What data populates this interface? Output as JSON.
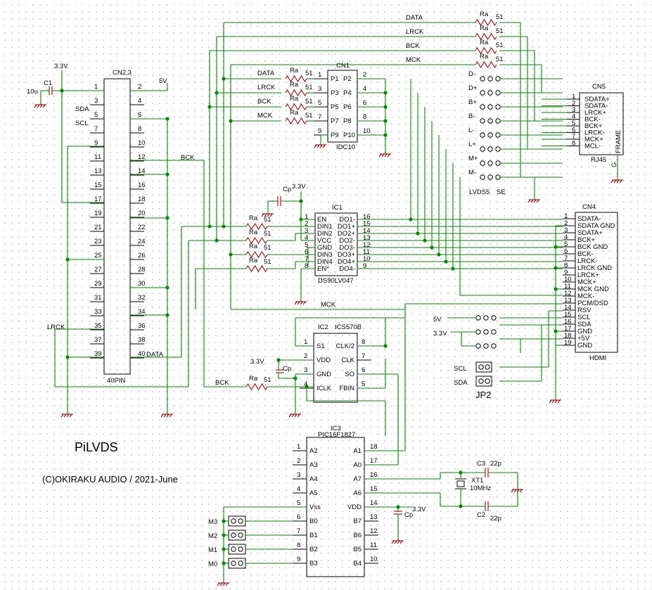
{
  "title": "PiLVDS",
  "copyright": "(C)OKIRAKU AUDIO / 2021-June",
  "colors": {
    "wire": "#008a00",
    "component": "#000000",
    "passive": "#a00000",
    "background": "#ffffff"
  },
  "cn23": {
    "name": "CN2,3",
    "footer": "40PIN",
    "left_pins": [
      "1",
      "3",
      "5",
      "7",
      "9",
      "11",
      "13",
      "15",
      "17",
      "19",
      "21",
      "23",
      "25",
      "27",
      "29",
      "31",
      "33",
      "35",
      "37",
      "39"
    ],
    "right_pins": [
      "2",
      "4",
      "6",
      "8",
      "10",
      "12",
      "14",
      "16",
      "18",
      "20",
      "22",
      "24",
      "26",
      "28",
      "30",
      "32",
      "34",
      "36",
      "38",
      "40"
    ],
    "sda": "SDA",
    "scl": "SCL",
    "v33": "3.3V",
    "v5": "5V",
    "bck": "BCK",
    "lrck": "LRCK",
    "data": "DATA",
    "c1": "C1",
    "c1_val": "10u"
  },
  "cn1": {
    "name": "CN1",
    "footer": "IDC10",
    "inner_left": [
      "P1",
      "P3",
      "P5",
      "P7",
      "P9"
    ],
    "inner_right": [
      "P2",
      "P4",
      "P6",
      "P8",
      "P10"
    ],
    "pins_left": [
      "1",
      "3",
      "5",
      "7",
      "9"
    ],
    "pins_right": [
      "2",
      "4",
      "6",
      "8",
      "10"
    ],
    "signals": [
      "DATA",
      "LRCK",
      "BCK",
      "MCK"
    ],
    "res": "Ra",
    "res_val": "51"
  },
  "top_nets": [
    "DATA",
    "LRCK",
    "BCK",
    "MCK"
  ],
  "top_res": {
    "name": "Ra",
    "value": "51"
  },
  "ic1": {
    "name": "IC1",
    "part": "DS90LV047",
    "left_inner": [
      "EN",
      "DIN1",
      "DIN2",
      "VCC",
      "GND",
      "DIN3",
      "DIN4",
      "EN*"
    ],
    "right_inner": [
      "DO1-",
      "DO1+",
      "DO2+",
      "DO2-",
      "DO3-",
      "DO3+",
      "DO4+",
      "DO4-"
    ],
    "left_pins": [
      "1",
      "2",
      "3",
      "4",
      "5",
      "6",
      "7",
      "8"
    ],
    "right_pins": [
      "16",
      "15",
      "14",
      "13",
      "12",
      "11",
      "10",
      "9"
    ],
    "cp": "Cp",
    "v33": "3.3V",
    "res": "Ra",
    "res_val": "51"
  },
  "cn5": {
    "name": "CN5",
    "footer": "RJ45",
    "frame": "FRAME",
    "ground": "G",
    "signals": [
      "SDATA+",
      "SDATA-",
      "LRCK+",
      "BCK-",
      "BCK+",
      "LRCK-",
      "MCK+",
      "MCL-"
    ],
    "pins": [
      "1",
      "2",
      "3",
      "4",
      "5",
      "6",
      "7",
      "8"
    ]
  },
  "lvds5": {
    "name": "LVDS5",
    "se": "SE",
    "rows": [
      "D-",
      "D+",
      "B+",
      "B-",
      "L-",
      "L+",
      "M+",
      "M-"
    ]
  },
  "cn4": {
    "name": "CN4",
    "footer": "HDMI",
    "signals": [
      "SDATA-",
      "SDATA GND",
      "SDATA+",
      "BCK+",
      "BCK GND",
      "BCK-",
      "LRCK-",
      "LRCK GND",
      "LRCK+",
      "MCK+",
      "MCK GND",
      "MCK-",
      "PCM/DSD",
      "RSV",
      "SCL",
      "SDA",
      "GND",
      "+5V",
      "GND"
    ],
    "pins": [
      "1",
      "2",
      "3",
      "4",
      "5",
      "6",
      "7",
      "8",
      "9",
      "10",
      "11",
      "12",
      "13",
      "14",
      "15",
      "16",
      "17",
      "18",
      "19"
    ]
  },
  "jp2": {
    "name": "JP2",
    "v5": "5V",
    "v33": "3.3V",
    "scl": "SCL",
    "sda": "SDA"
  },
  "ic2": {
    "name": "IC2",
    "part": "ICS570B",
    "left_inner": [
      "S1",
      "VDD",
      "GND",
      "ICLK"
    ],
    "right_inner": [
      "CLK/2",
      "CLK",
      "SO",
      "FBIN"
    ],
    "left_pins": [
      "1",
      "2",
      "3",
      "4"
    ],
    "right_pins": [
      "8",
      "7",
      "6",
      "5"
    ],
    "mck": "MCK",
    "bck": "BCK",
    "v33": "3.3V",
    "cp": "Cp",
    "res": "Ra",
    "res_val": "51"
  },
  "ic3": {
    "name": "IC3",
    "part": "PIC16F1827",
    "left_inner": [
      "A2",
      "A3",
      "A4",
      "A5",
      "Vss",
      "B0",
      "B1",
      "B2",
      "B3"
    ],
    "right_inner": [
      "A1",
      "A0",
      "A7",
      "A6",
      "VDD",
      "B7",
      "B6",
      "B5",
      "B4"
    ],
    "left_pins": [
      "1",
      "2",
      "3",
      "4",
      "5",
      "6",
      "7",
      "8",
      "9"
    ],
    "right_pins": [
      "18",
      "17",
      "16",
      "15",
      "14",
      "13",
      "12",
      "11",
      "10"
    ],
    "jumpers": [
      "M3",
      "M2",
      "M1",
      "M0"
    ],
    "v33": "3.3V",
    "cp": "Cp"
  },
  "xtal": {
    "name": "XT1",
    "freq": "10MHz",
    "c3": "C3",
    "c2": "C2",
    "cap_val": "22p"
  }
}
